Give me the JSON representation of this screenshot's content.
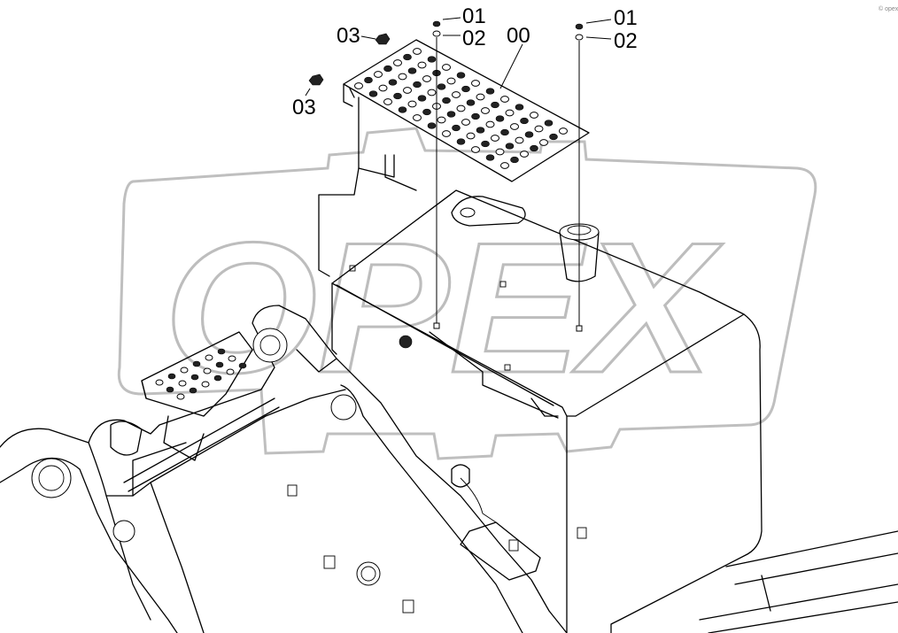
{
  "watermark": {
    "logo_text": "OPEX",
    "corner_text": "© opex"
  },
  "callouts": {
    "part_00": "00",
    "part_01_left": "01",
    "part_02_left": "02",
    "part_01_right": "01",
    "part_02_right": "02",
    "part_03_top": "03",
    "part_03_bottom": "03"
  },
  "icons": {
    "bolt": "hex-bolt-icon",
    "washer": "washer-icon",
    "nut": "nut-icon"
  }
}
